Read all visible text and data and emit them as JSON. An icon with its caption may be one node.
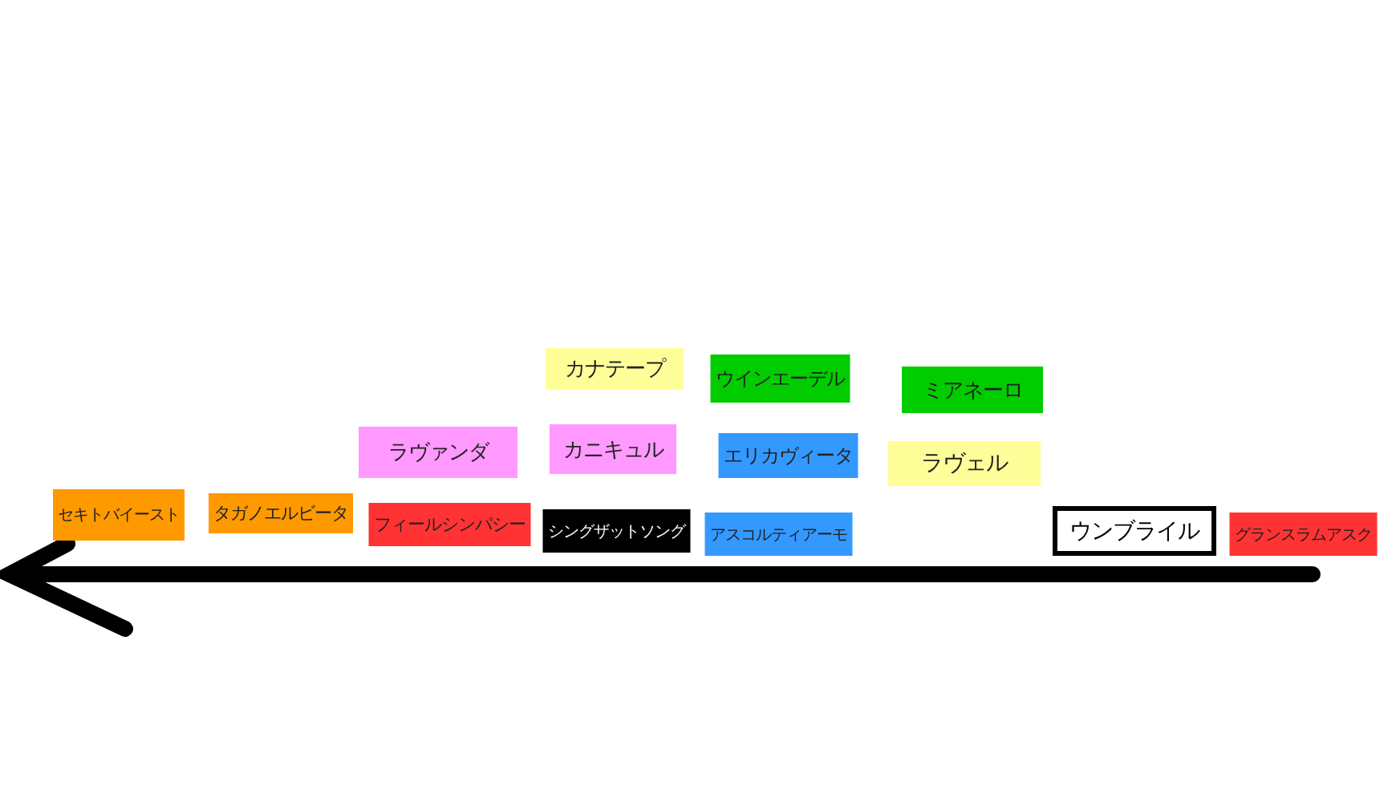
{
  "diagram": {
    "nodes": [
      {
        "text": [
          "セキトバイースト"
        ]
      },
      {
        "text": [
          "タガノエルビータ"
        ]
      },
      {
        "text": [
          "ラヴァンダ"
        ]
      },
      {
        "text": [
          "フィールシンパシー"
        ]
      },
      {
        "text": [
          "カナテープ"
        ]
      },
      {
        "text": [
          "カニキュル"
        ]
      },
      {
        "text": [
          "シングザットソング"
        ]
      },
      {
        "text": [
          "ウインエーデル"
        ]
      },
      {
        "text": [
          "エリカヴィータ"
        ]
      },
      {
        "text": [
          "アスコルティアーモ"
        ]
      },
      {
        "text": [
          "ミアネーロ"
        ]
      },
      {
        "text": [
          "ラヴェル"
        ]
      },
      {
        "text": [
          "ウンブライル"
        ]
      },
      {
        "text": [
          "グランスラムアスク"
        ]
      }
    ]
  }
}
